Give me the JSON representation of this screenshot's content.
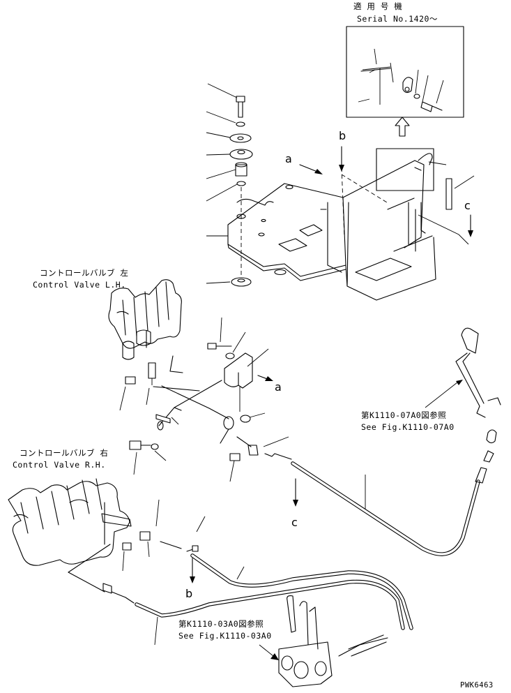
{
  "inset": {
    "applicable_model_jp": "適 用 号 機",
    "serial_label": "Serial No.1420～"
  },
  "labels": {
    "control_valve_lh_jp": "コントロールバルブ 左",
    "control_valve_lh_en": "Control Valve L.H.",
    "control_valve_rh_jp": "コントロールバルブ 右",
    "control_valve_rh_en": "Control Valve R.H.",
    "ref_07a0_jp": "第K1110-07A0図参照",
    "ref_07a0_en": "See Fig.K1110-07A0",
    "ref_03a0_jp": "第K1110-03A0図参照",
    "ref_03a0_en": "See Fig.K1110-03A0",
    "drawing_code": "PWK6463"
  },
  "callouts": {
    "a_top": "a",
    "b_top": "b",
    "c_top": "c",
    "a_mid": "a",
    "c_bottom": "c",
    "b_bottom": "b"
  }
}
